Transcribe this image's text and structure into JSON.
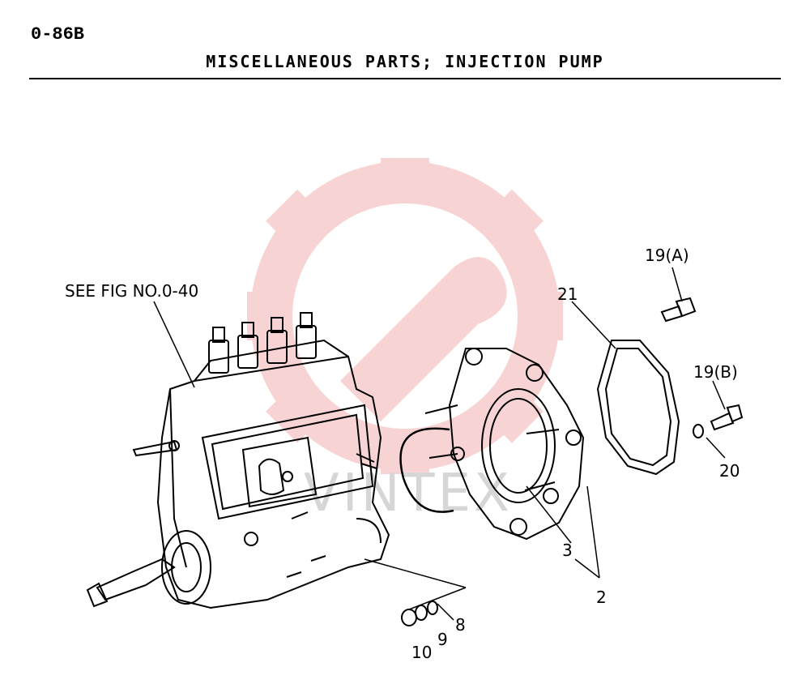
{
  "header": {
    "figure_code": "0-86B",
    "title": "MISCELLANEOUS  PARTS;  INJECTION  PUMP"
  },
  "watermark": {
    "text": "VINTEX",
    "color": "#f2c0c0"
  },
  "callouts": {
    "see_fig": "SEE FIG NO.0-40",
    "part_19a": "19(A)",
    "part_19b": "19(B)",
    "part_21": "21",
    "part_20": "20",
    "part_3": "3",
    "part_2": "2",
    "part_8": "8",
    "part_9": "9",
    "part_10": "10"
  }
}
